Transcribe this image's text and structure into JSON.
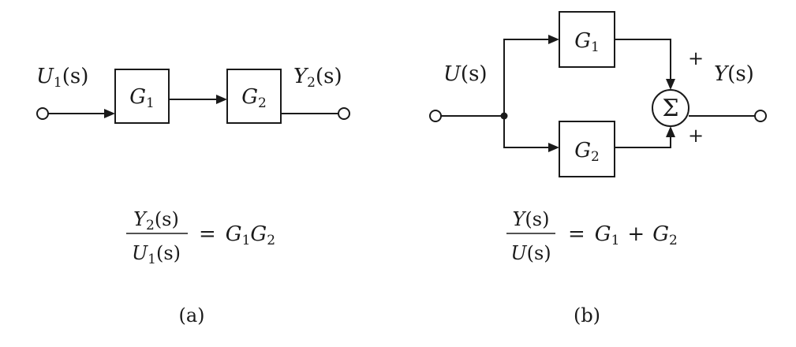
{
  "diagram_a": {
    "input_label": {
      "sym": "U",
      "sub": "1",
      "arg": "(s)"
    },
    "output_label": {
      "sym": "Y",
      "sub": "2",
      "arg": "(s)"
    },
    "block1": {
      "sym": "G",
      "sub": "1"
    },
    "block2": {
      "sym": "G",
      "sub": "2"
    },
    "formula": {
      "num": {
        "sym": "Y",
        "sub": "2",
        "arg": "(s)"
      },
      "den": {
        "sym": "U",
        "sub": "1",
        "arg": "(s)"
      },
      "eq": "=",
      "rhs1": {
        "sym": "G",
        "sub": "1"
      },
      "rhs2": {
        "sym": "G",
        "sub": "2"
      }
    },
    "caption": "(a)"
  },
  "diagram_b": {
    "input_label": {
      "sym": "U",
      "arg": "(s)"
    },
    "output_label": {
      "sym": "Y",
      "arg": "(s)"
    },
    "block1": {
      "sym": "G",
      "sub": "1"
    },
    "block2": {
      "sym": "G",
      "sub": "2"
    },
    "summer_symbol": "Σ",
    "sign_top": "+",
    "sign_bottom": "+",
    "formula": {
      "num": {
        "sym": "Y",
        "arg": "(s)"
      },
      "den": {
        "sym": "U",
        "arg": "(s)"
      },
      "eq": "=",
      "rhs1": {
        "sym": "G",
        "sub": "1"
      },
      "plus": "+",
      "rhs2": {
        "sym": "G",
        "sub": "2"
      }
    },
    "caption": "(b)"
  }
}
